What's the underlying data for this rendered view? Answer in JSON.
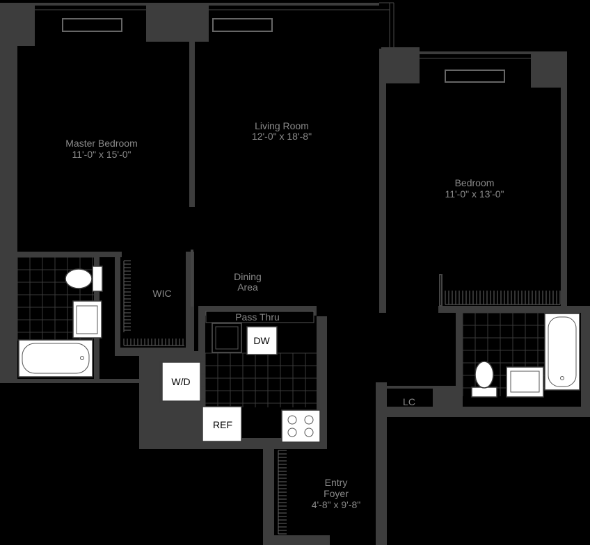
{
  "rooms": {
    "master_bedroom": {
      "name": "Master Bedroom",
      "size": "11'-0\" x 15'-0\""
    },
    "living_room": {
      "name": "Living Room",
      "size": "12'-0\" x 18'-8\""
    },
    "bedroom": {
      "name": "Bedroom",
      "size": "11'-0\" x 13'-0\""
    },
    "dining": {
      "name_line1": "Dining",
      "name_line2": "Area"
    },
    "wic": {
      "name": "WIC"
    },
    "entry": {
      "name_line1": "Entry",
      "name_line2": "Foyer",
      "size": "4'-8\" x 9'-8\""
    }
  },
  "fixtures": {
    "pass_thru": "Pass Thru",
    "dw": "DW",
    "wd": "W/D",
    "ref": "REF",
    "lc": "LC"
  },
  "colors": {
    "background": "#000000",
    "wall": "#3d3d3d",
    "label": "#8a8a8a",
    "fixture": "#ffffff"
  }
}
